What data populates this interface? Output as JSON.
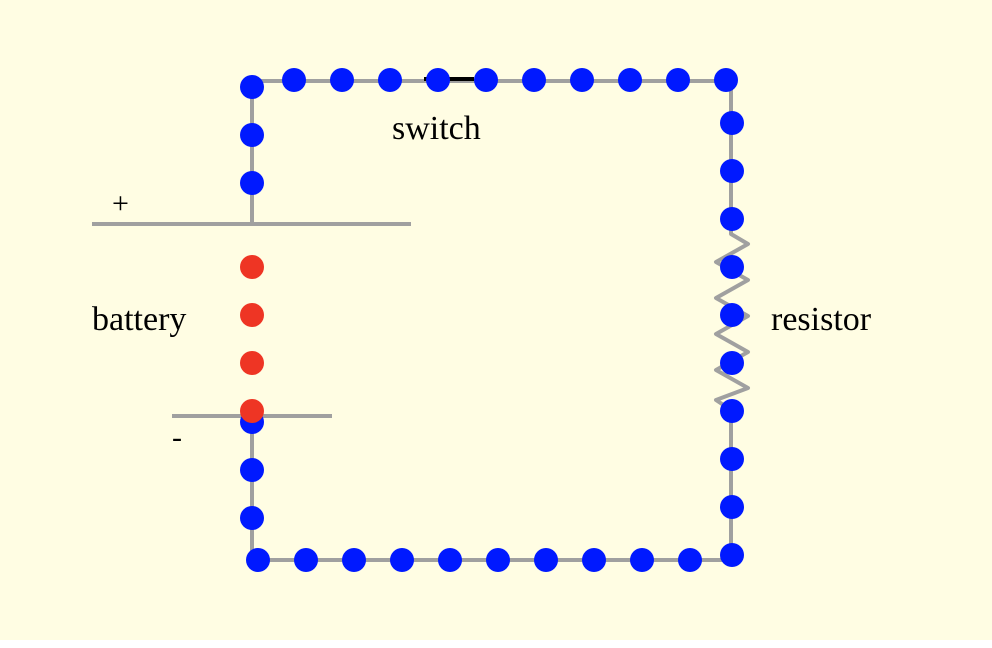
{
  "labels": {
    "switch": "switch",
    "battery": "battery",
    "resistor": "resistor",
    "positive": "+",
    "negative": "-"
  },
  "colors": {
    "background": "#FFFDE3",
    "wire": "#A0A0A0",
    "switch_contact": "#000000",
    "electron": "#0019FF",
    "battery_charge": "#EE3524"
  }
}
